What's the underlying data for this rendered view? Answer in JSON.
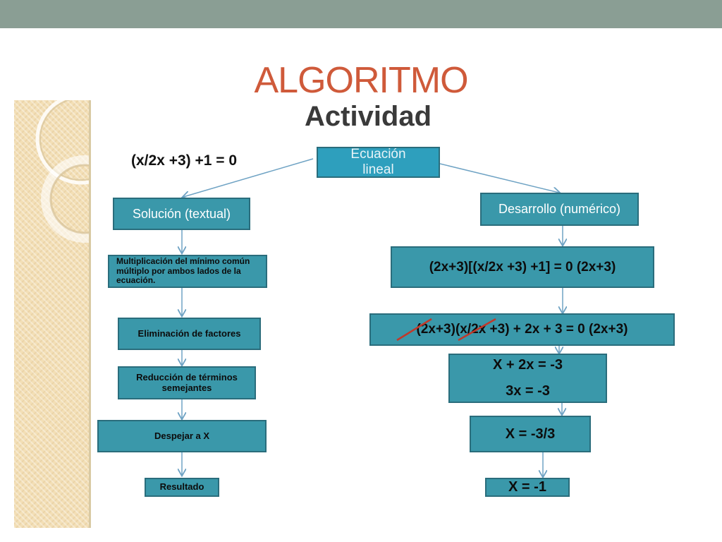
{
  "slide": {
    "title": "ALGORITMO",
    "subtitle": "Actividad",
    "equation": "(x/2x +3) +1 = 0"
  },
  "top_node": {
    "line1": "Ecuación",
    "line2": "lineal"
  },
  "left_branch": {
    "header": "Solución (textual)",
    "steps": [
      "Multiplicación del mínimo común múltiplo por ambos lados de la ecuación.",
      "Eliminación de factores",
      "Reducción de términos semejantes",
      "Despejar a X",
      "Resultado"
    ]
  },
  "right_branch": {
    "header": "Desarrollo (numérico)",
    "step1": "(2x+3)[(x/2x +3) +1] = 0 (2x+3)",
    "step2": "(2x+3)(x/2x +3) + 2x + 3 = 0 (2x+3)",
    "step3_line1": "X + 2x = -3",
    "step3_line2": "3x = -3",
    "step4": "X = -3/3",
    "step5": "X = -1"
  },
  "colors": {
    "box_fill": "#3a98aa",
    "box_border": "#2a6d7c",
    "title": "#cf5a3a",
    "strike": "#c0392b",
    "arrow": "#6fa3c4"
  }
}
